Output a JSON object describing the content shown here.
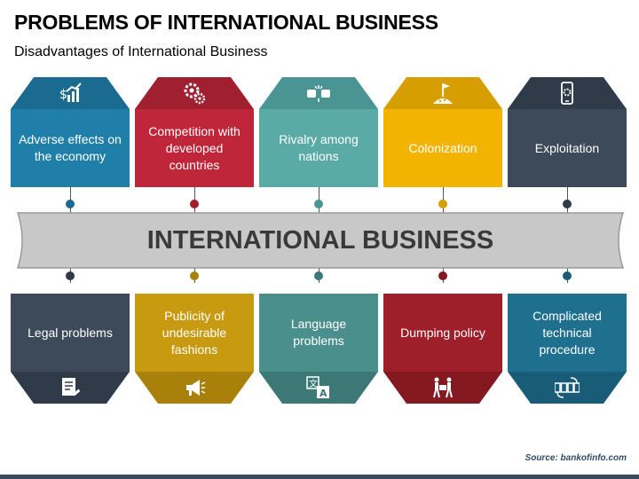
{
  "header": {
    "title": "PROBLEMS OF INTERNATIONAL BUSINESS",
    "subtitle": "Disadvantages of International Business"
  },
  "banner": {
    "label": "INTERNATIONAL BUSINESS"
  },
  "top_cards": [
    {
      "label": "Adverse effects on the economy",
      "icon": "growth-chart-icon",
      "body_color": "#1f7fa8",
      "cap_color": "#1a6b8f"
    },
    {
      "label": "Competition with developed countries",
      "icon": "gears-icon",
      "body_color": "#c0263a",
      "cap_color": "#a01f30"
    },
    {
      "label": "Rivalry among nations",
      "icon": "fists-icon",
      "body_color": "#5aaaa8",
      "cap_color": "#4a9593"
    },
    {
      "label": "Colonization",
      "icon": "flag-hill-icon",
      "body_color": "#f2b400",
      "cap_color": "#d69e00"
    },
    {
      "label": "Exploitation",
      "icon": "phone-gear-icon",
      "body_color": "#3c4a5a",
      "cap_color": "#2f3b48"
    }
  ],
  "bottom_cards": [
    {
      "label": "Legal problems",
      "icon": "legal-document-icon",
      "body_color": "#3c4a5a",
      "cap_color": "#2f3b48"
    },
    {
      "label": "Publicity of undesirable fashions",
      "icon": "megaphone-icon",
      "body_color": "#c89a10",
      "cap_color": "#a8800a"
    },
    {
      "label": "Language problems",
      "icon": "translate-icon",
      "body_color": "#4a8f8c",
      "cap_color": "#3c7875"
    },
    {
      "label": "Dumping policy",
      "icon": "dumping-people-icon",
      "body_color": "#9e1f2a",
      "cap_color": "#851922"
    },
    {
      "label": "Complicated technical procedure",
      "icon": "process-chain-icon",
      "body_color": "#1f6f8f",
      "cap_color": "#195c77"
    }
  ],
  "footer": {
    "source": "Source: bankofinfo.com"
  }
}
